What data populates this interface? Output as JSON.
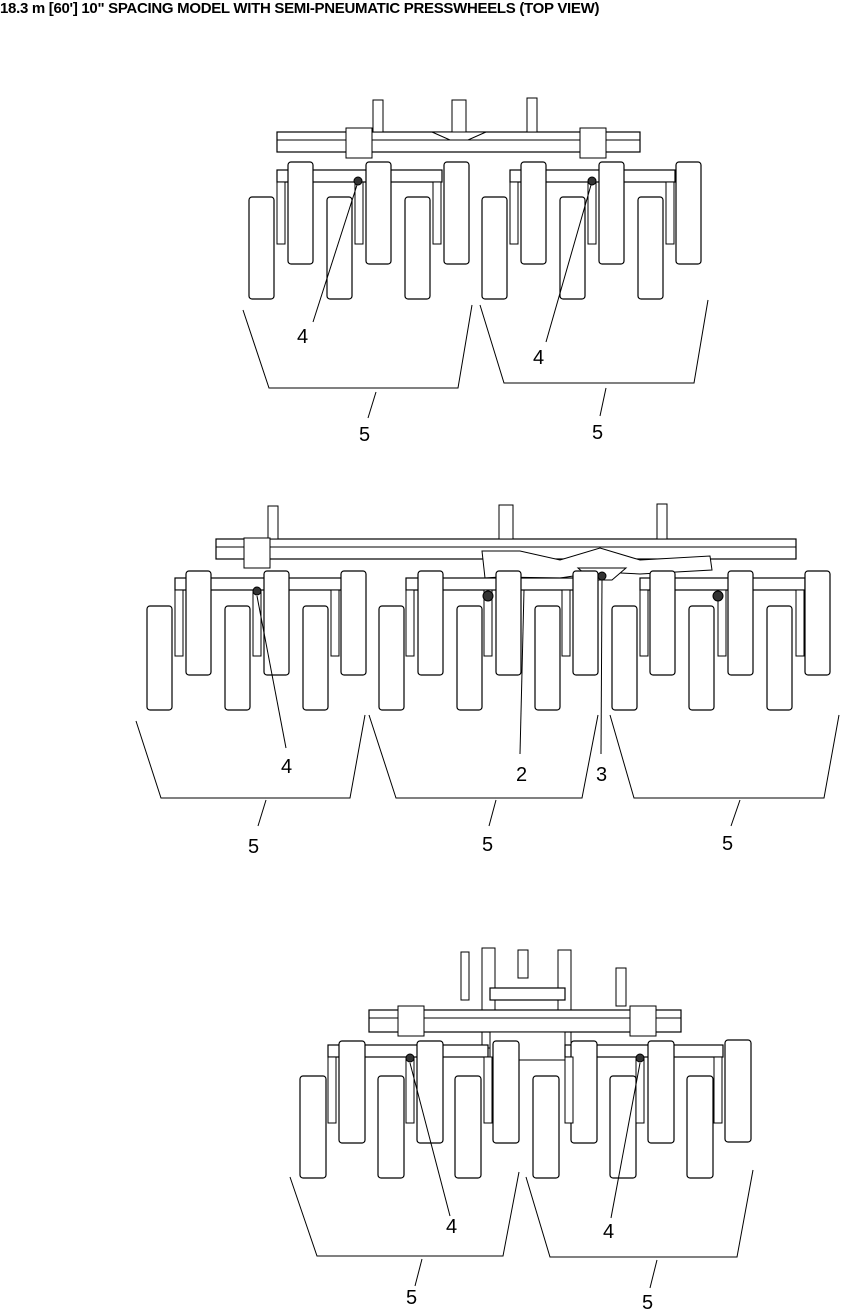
{
  "title": "18.3 m [60'] 10\" SPACING MODEL WITH SEMI-PNEUMATIC PRESSWHEELS (TOP VIEW)",
  "views": [
    {
      "name": "upper",
      "callouts": [
        {
          "label": "4"
        },
        {
          "label": "4"
        },
        {
          "label": "5"
        },
        {
          "label": "5"
        }
      ]
    },
    {
      "name": "middle",
      "callouts": [
        {
          "label": "4"
        },
        {
          "label": "2"
        },
        {
          "label": "3"
        },
        {
          "label": "5"
        },
        {
          "label": "5"
        },
        {
          "label": "5"
        }
      ]
    },
    {
      "name": "lower",
      "callouts": [
        {
          "label": "4"
        },
        {
          "label": "4"
        },
        {
          "label": "5"
        },
        {
          "label": "5"
        }
      ]
    }
  ]
}
